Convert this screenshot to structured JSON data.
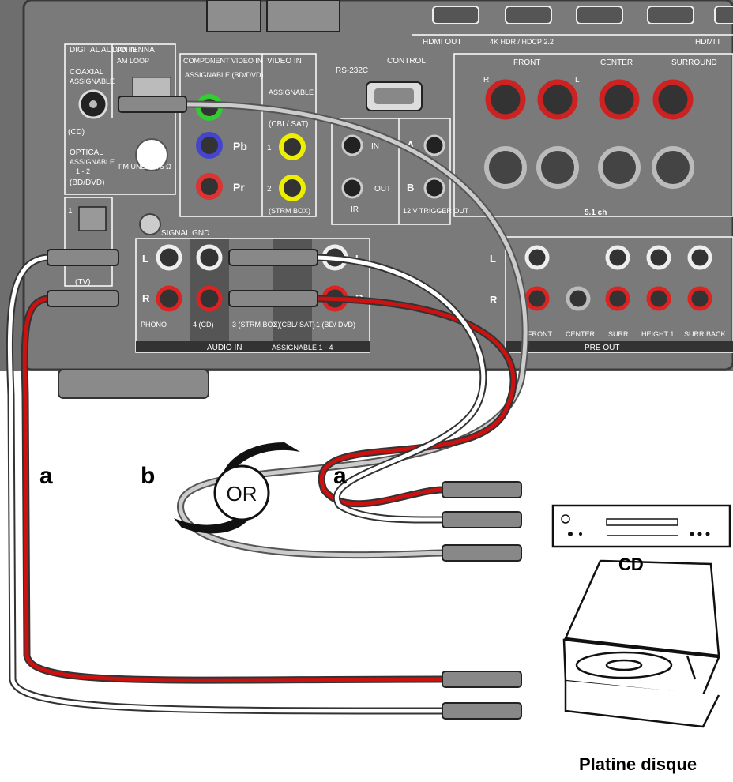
{
  "panel": {
    "digital_audio_in": "DIGITAL AUDIO IN",
    "antenna": "ANTENNA",
    "am_loop": "AM LOOP",
    "coaxial": "COAXIAL",
    "assignable": "ASSIGNABLE",
    "cd_tag": "(CD)",
    "optical": "OPTICAL",
    "optical_assign": "1 - 2",
    "bd_dvd": "(BD/DVD)",
    "fm": "FM UNBAL 75 Ω",
    "optical_1": "1",
    "tv_tag": "(TV)",
    "component_video_in": "COMPONENT VIDEO IN",
    "component_assign": "ASSIGNABLE (BD/DVD)",
    "pb": "Pb",
    "pr": "Pr",
    "video_in": "VIDEO IN",
    "video_assign": "ASSIGNABLE",
    "cbl_sat": "(CBL/ SAT)",
    "strm_box": "(STRM BOX)",
    "vid_1": "1",
    "vid_2": "2",
    "rs232c": "RS-232C",
    "control": "CONTROL",
    "ir_in": "IN",
    "ir_out": "OUT",
    "ir": "IR",
    "trig_a": "A",
    "trig_b": "B",
    "trigger": "12 V TRIGGER OUT",
    "hdmi_out": "HDMI OUT",
    "hdmi_hdcp": "4K HDR / HDCP 2.2",
    "hdmi_in": "HDMI I",
    "front": "FRONT",
    "center": "CENTER",
    "surround": "SURROUND",
    "sp_r": "R",
    "sp_l": "L",
    "ch51": "5.1 ch",
    "signal_gnd": "SIGNAL GND",
    "l": "L",
    "r": "R",
    "phono": "PHONO",
    "in4": "4 (CD)",
    "in3": "3 (STRM BOX)",
    "in2": "2 (CBL/ SAT)",
    "in1": "1 (BD/ DVD)",
    "audio_in": "AUDIO IN",
    "audio_assign": "ASSIGNABLE 1 - 4",
    "pre_out": "PRE OUT",
    "pre_front": "FRONT",
    "pre_center": "CENTER",
    "pre_surr": "SURR",
    "pre_height": "HEIGHT 1",
    "pre_surrback": "SURR BACK"
  },
  "labels": {
    "cable_a_left": "a",
    "cable_b": "b",
    "or": "OR",
    "cable_a_right": "a",
    "cd": "CD",
    "turntable": "Platine disque"
  }
}
